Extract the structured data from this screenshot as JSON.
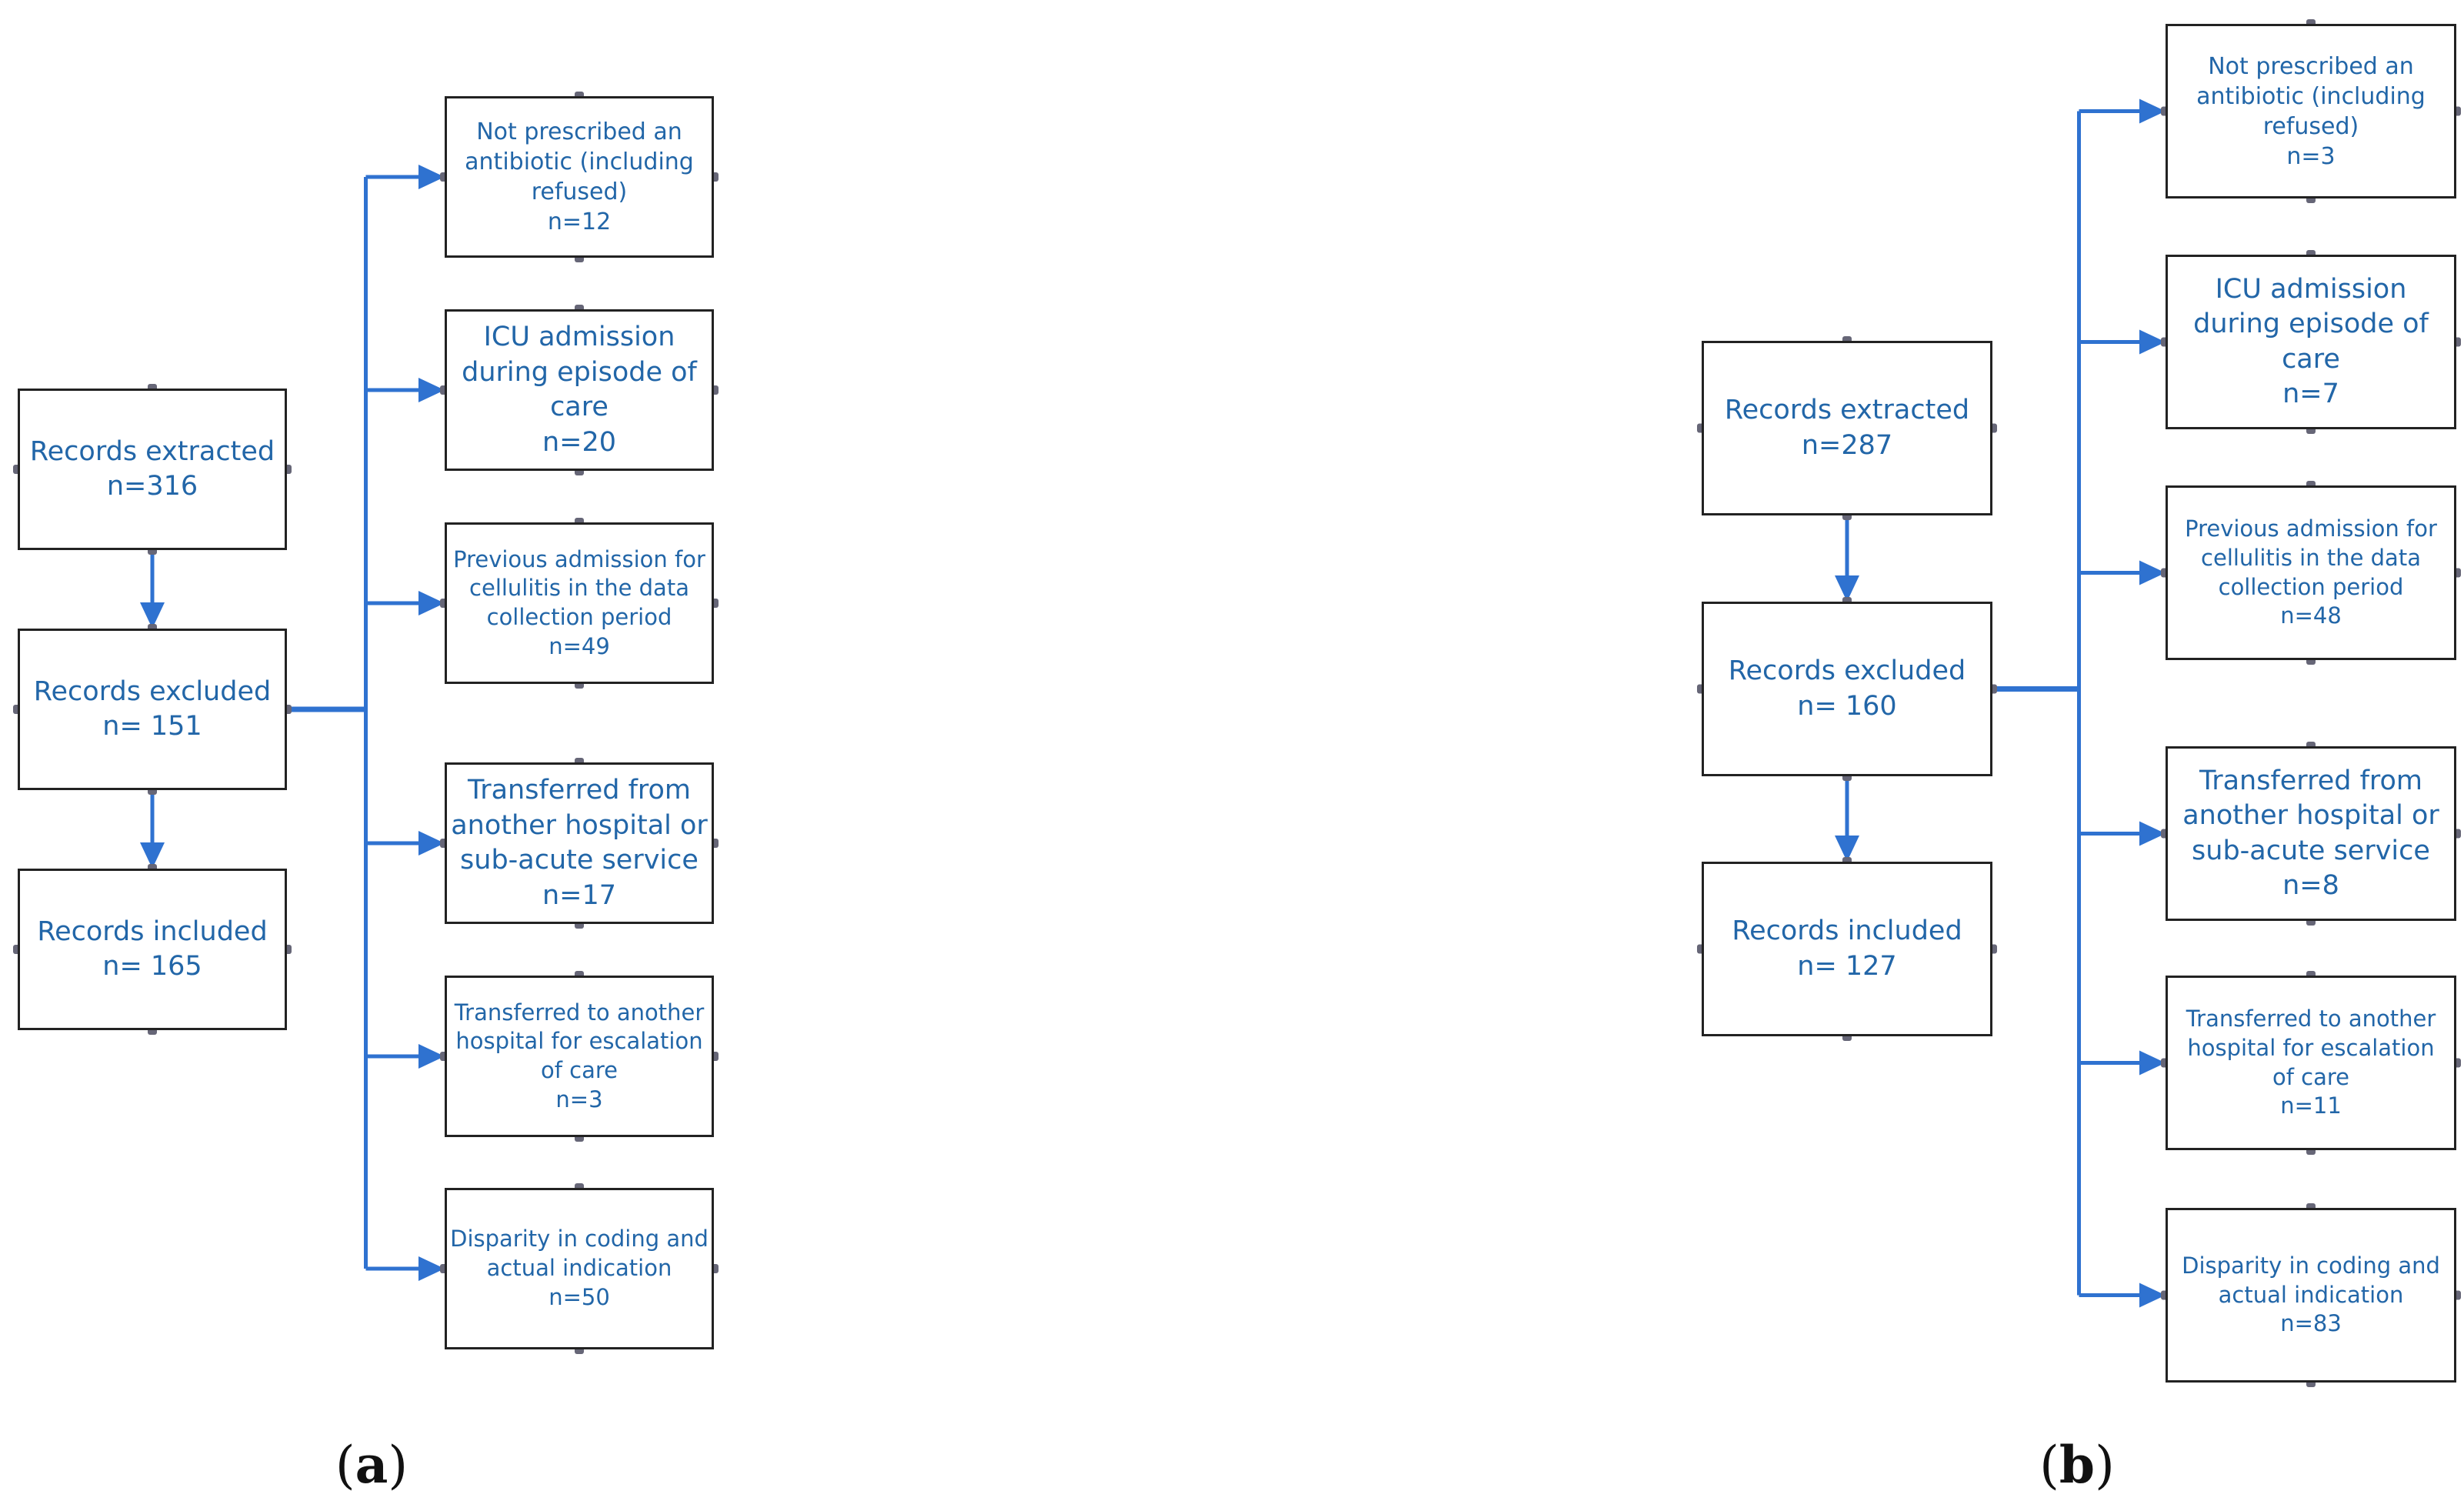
{
  "panels": [
    {
      "label": "a",
      "main": [
        {
          "lines": [
            "Records extracted",
            "n=316"
          ]
        },
        {
          "lines": [
            "Records excluded",
            "n= 151"
          ]
        },
        {
          "lines": [
            "Records included",
            "n= 165"
          ]
        }
      ],
      "exclusions": [
        {
          "lines": [
            "Not prescribed an",
            "antibiotic (including",
            "refused)",
            "n=12"
          ]
        },
        {
          "lines": [
            "ICU admission",
            "during episode of",
            "care",
            "n=20"
          ]
        },
        {
          "lines": [
            "Previous admission for",
            "cellulitis in the data",
            "collection period",
            "n=49"
          ]
        },
        {
          "lines": [
            "Transferred from",
            "another hospital or",
            "sub-acute service",
            "n=17"
          ]
        },
        {
          "lines": [
            "Transferred to another",
            "hospital for escalation",
            "of care",
            "n=3"
          ]
        },
        {
          "lines": [
            "Disparity in coding and",
            "actual indication",
            "n=50"
          ]
        }
      ]
    },
    {
      "label": "b",
      "main": [
        {
          "lines": [
            "Records extracted",
            "n=287"
          ]
        },
        {
          "lines": [
            "Records excluded",
            "n= 160"
          ]
        },
        {
          "lines": [
            "Records included",
            "n= 127"
          ]
        }
      ],
      "exclusions": [
        {
          "lines": [
            "Not prescribed an",
            "antibiotic (including",
            "refused)",
            "n=3"
          ]
        },
        {
          "lines": [
            "ICU admission",
            "during episode of",
            "care",
            "n=7"
          ]
        },
        {
          "lines": [
            "Previous admission for",
            "cellulitis in the data",
            "collection period",
            "n=48"
          ]
        },
        {
          "lines": [
            "Transferred from",
            "another hospital or",
            "sub-acute service",
            "n=8"
          ]
        },
        {
          "lines": [
            "Transferred to another",
            "hospital for escalation",
            "of care",
            "n=11"
          ]
        },
        {
          "lines": [
            "Disparity in coding and",
            "actual indication",
            "n=83"
          ]
        }
      ]
    }
  ],
  "colors": {
    "text": "#2266a8",
    "arrow": "#2f72d0",
    "border": "#222222",
    "handle": "#666677"
  }
}
